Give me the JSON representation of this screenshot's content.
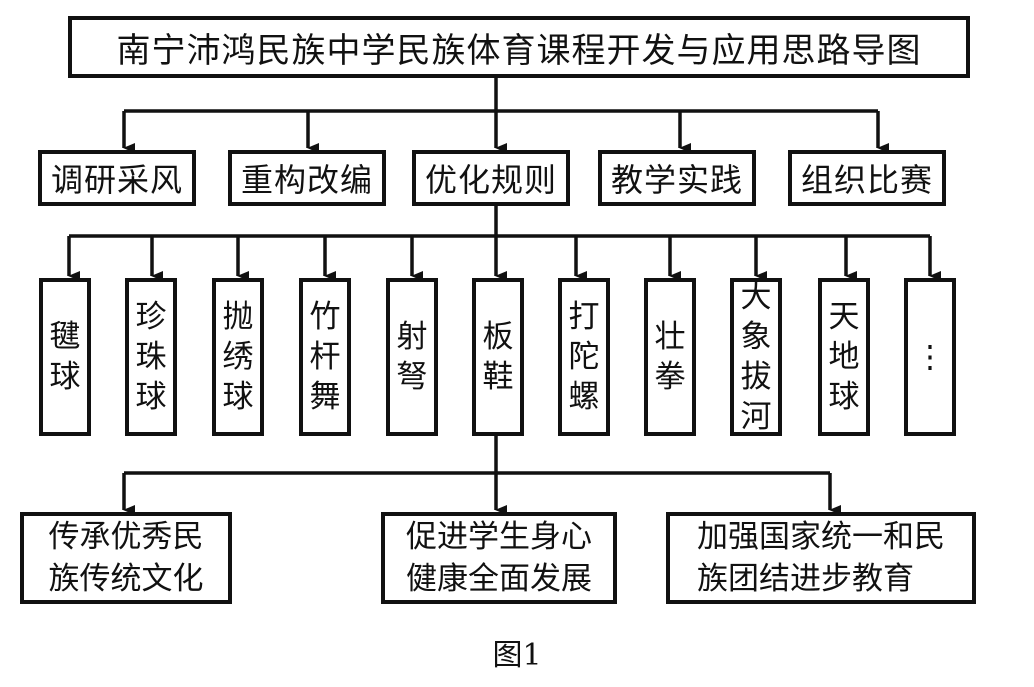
{
  "title": "南宁沛鸿民族中学民族体育课程开发与应用思路导图",
  "stages": [
    {
      "label": "调研采风"
    },
    {
      "label": "重构改编"
    },
    {
      "label": "优化规则"
    },
    {
      "label": "教学实践"
    },
    {
      "label": "组织比赛"
    }
  ],
  "sports": [
    {
      "label": "毽球"
    },
    {
      "label": "珍珠球"
    },
    {
      "label": "抛绣球"
    },
    {
      "label": "竹杆舞"
    },
    {
      "label": "射弩"
    },
    {
      "label": "板鞋"
    },
    {
      "label": "打陀螺"
    },
    {
      "label": "壮拳"
    },
    {
      "label": "大象拔河"
    },
    {
      "label": "天地球"
    },
    {
      "label": "⋮"
    }
  ],
  "outcomes": [
    {
      "line1": "传承优秀民",
      "line2": "族传统文化"
    },
    {
      "line1": "促进学生身心",
      "line2": "健康全面发展"
    },
    {
      "line1": "加强国家统一和民",
      "line2": "族团结进步教育"
    }
  ],
  "caption": "图1",
  "colors": {
    "stroke": "#111111",
    "background": "#ffffff"
  }
}
